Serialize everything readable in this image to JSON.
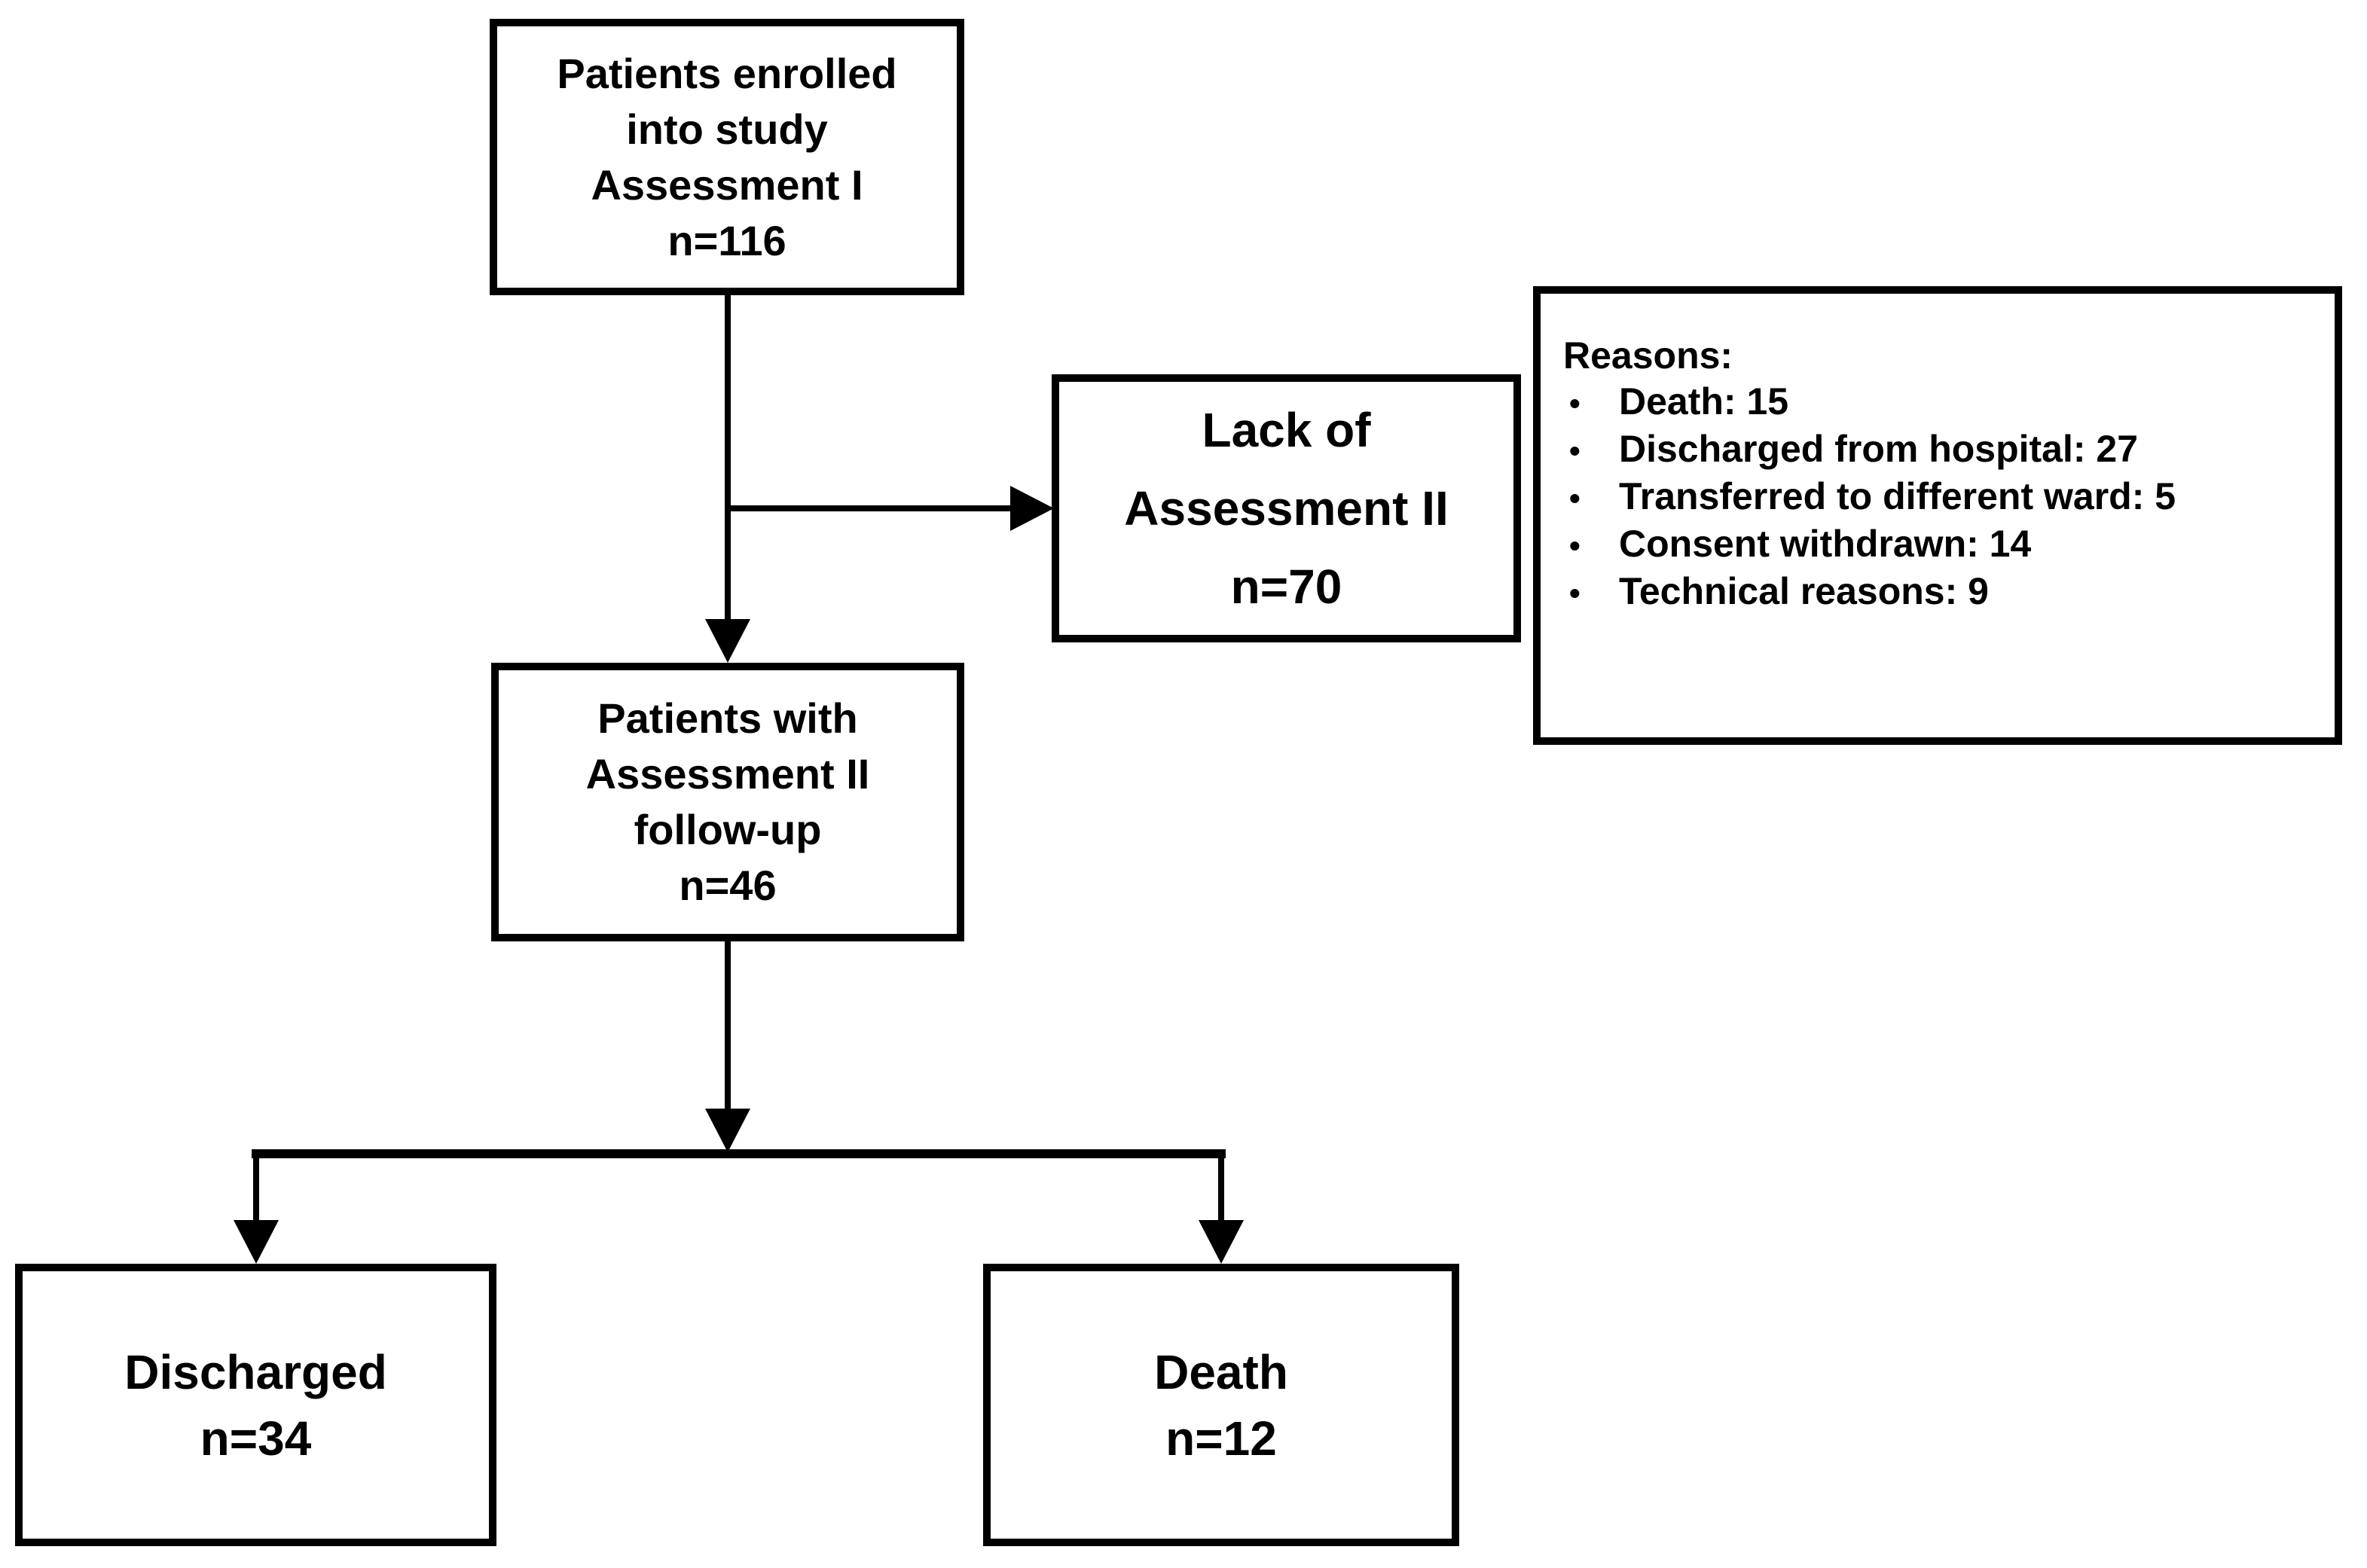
{
  "boxes": {
    "enrolled": {
      "lines": [
        "Patients enrolled",
        "into study",
        "Assessment I",
        "n=116"
      ]
    },
    "lack": {
      "lines": [
        "Lack of",
        "Assessment II",
        "n=70"
      ]
    },
    "followup": {
      "lines": [
        "Patients with",
        "Assessment II",
        "follow-up",
        "n=46"
      ]
    },
    "discharged": {
      "lines": [
        "Discharged",
        "n=34"
      ]
    },
    "death": {
      "lines": [
        "Death",
        "n=12"
      ]
    }
  },
  "reasons": {
    "heading": "Reasons:",
    "bullet": "•",
    "items": [
      "Death: 15",
      "Discharged from hospital: 27",
      "Transferred to different ward: 5",
      "Consent withdrawn: 14",
      "Technical reasons: 9"
    ]
  },
  "colors": {
    "line": "#000000",
    "background": "#ffffff"
  }
}
